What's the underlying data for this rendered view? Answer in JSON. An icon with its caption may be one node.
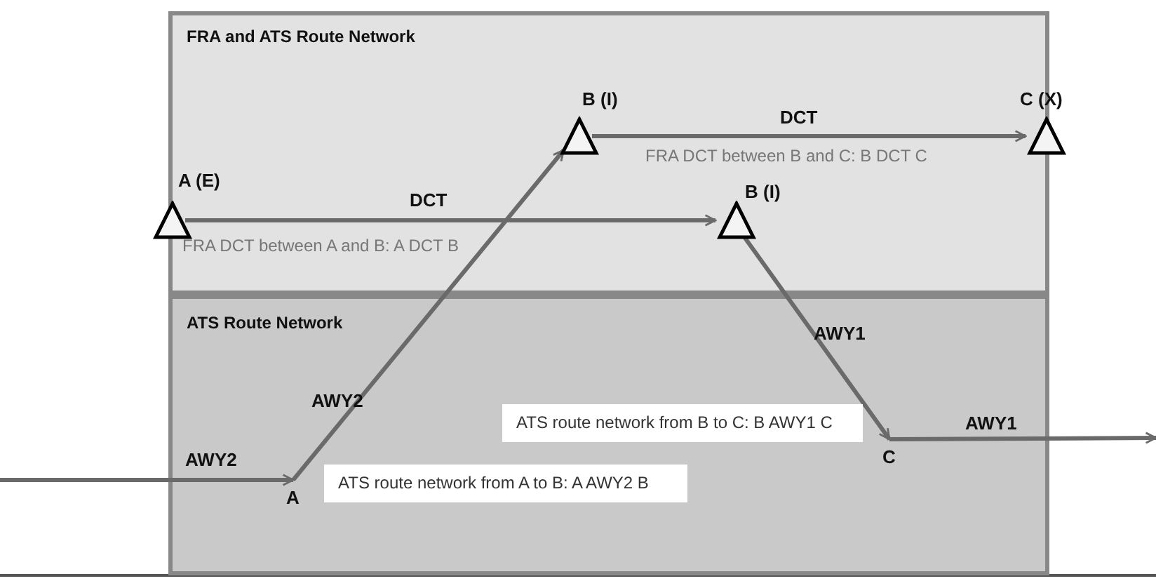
{
  "diagram": {
    "nodes": [
      {
        "text": [
          "FRA and ATS Route Network"
        ]
      },
      {
        "text": [
          "ATS Route Network"
        ]
      },
      {
        "text": [
          "A (E)"
        ],
        "in": 0
      },
      {
        "text": [
          "B (I)"
        ],
        "in": 0
      },
      {
        "text": [
          "C (X)"
        ],
        "in": 0
      },
      {
        "text": [
          "B (I)"
        ],
        "in": 0
      },
      {
        "text": [
          "A"
        ],
        "in": 1
      },
      {
        "text": [
          "C"
        ],
        "in": 1
      },
      {
        "text": [
          "ATS route network from A to B: A AWY2 B"
        ],
        "in": 1
      },
      {
        "text": [
          "ATS route network from B to C: B AWY1 C"
        ],
        "in": 1
      }
    ],
    "edges": [
      {
        "from": null,
        "to": 6,
        "arrow": "to",
        "label": "AWY2"
      },
      {
        "from": 6,
        "to": 3,
        "arrow": "to",
        "label": "AWY2"
      },
      {
        "from": 2,
        "to": 5,
        "arrow": "to",
        "label": "DCT"
      },
      {
        "from": 3,
        "to": 4,
        "arrow": "to",
        "label": "DCT"
      },
      {
        "from": 5,
        "to": 7,
        "arrow": "to",
        "label": "AWY1"
      },
      {
        "from": 7,
        "to": null,
        "arrow": "to",
        "label": "AWY1"
      }
    ],
    "labels": [
      "FRA DCT between A and B: A DCT B",
      "FRA DCT between B and C: B DCT C"
    ]
  }
}
